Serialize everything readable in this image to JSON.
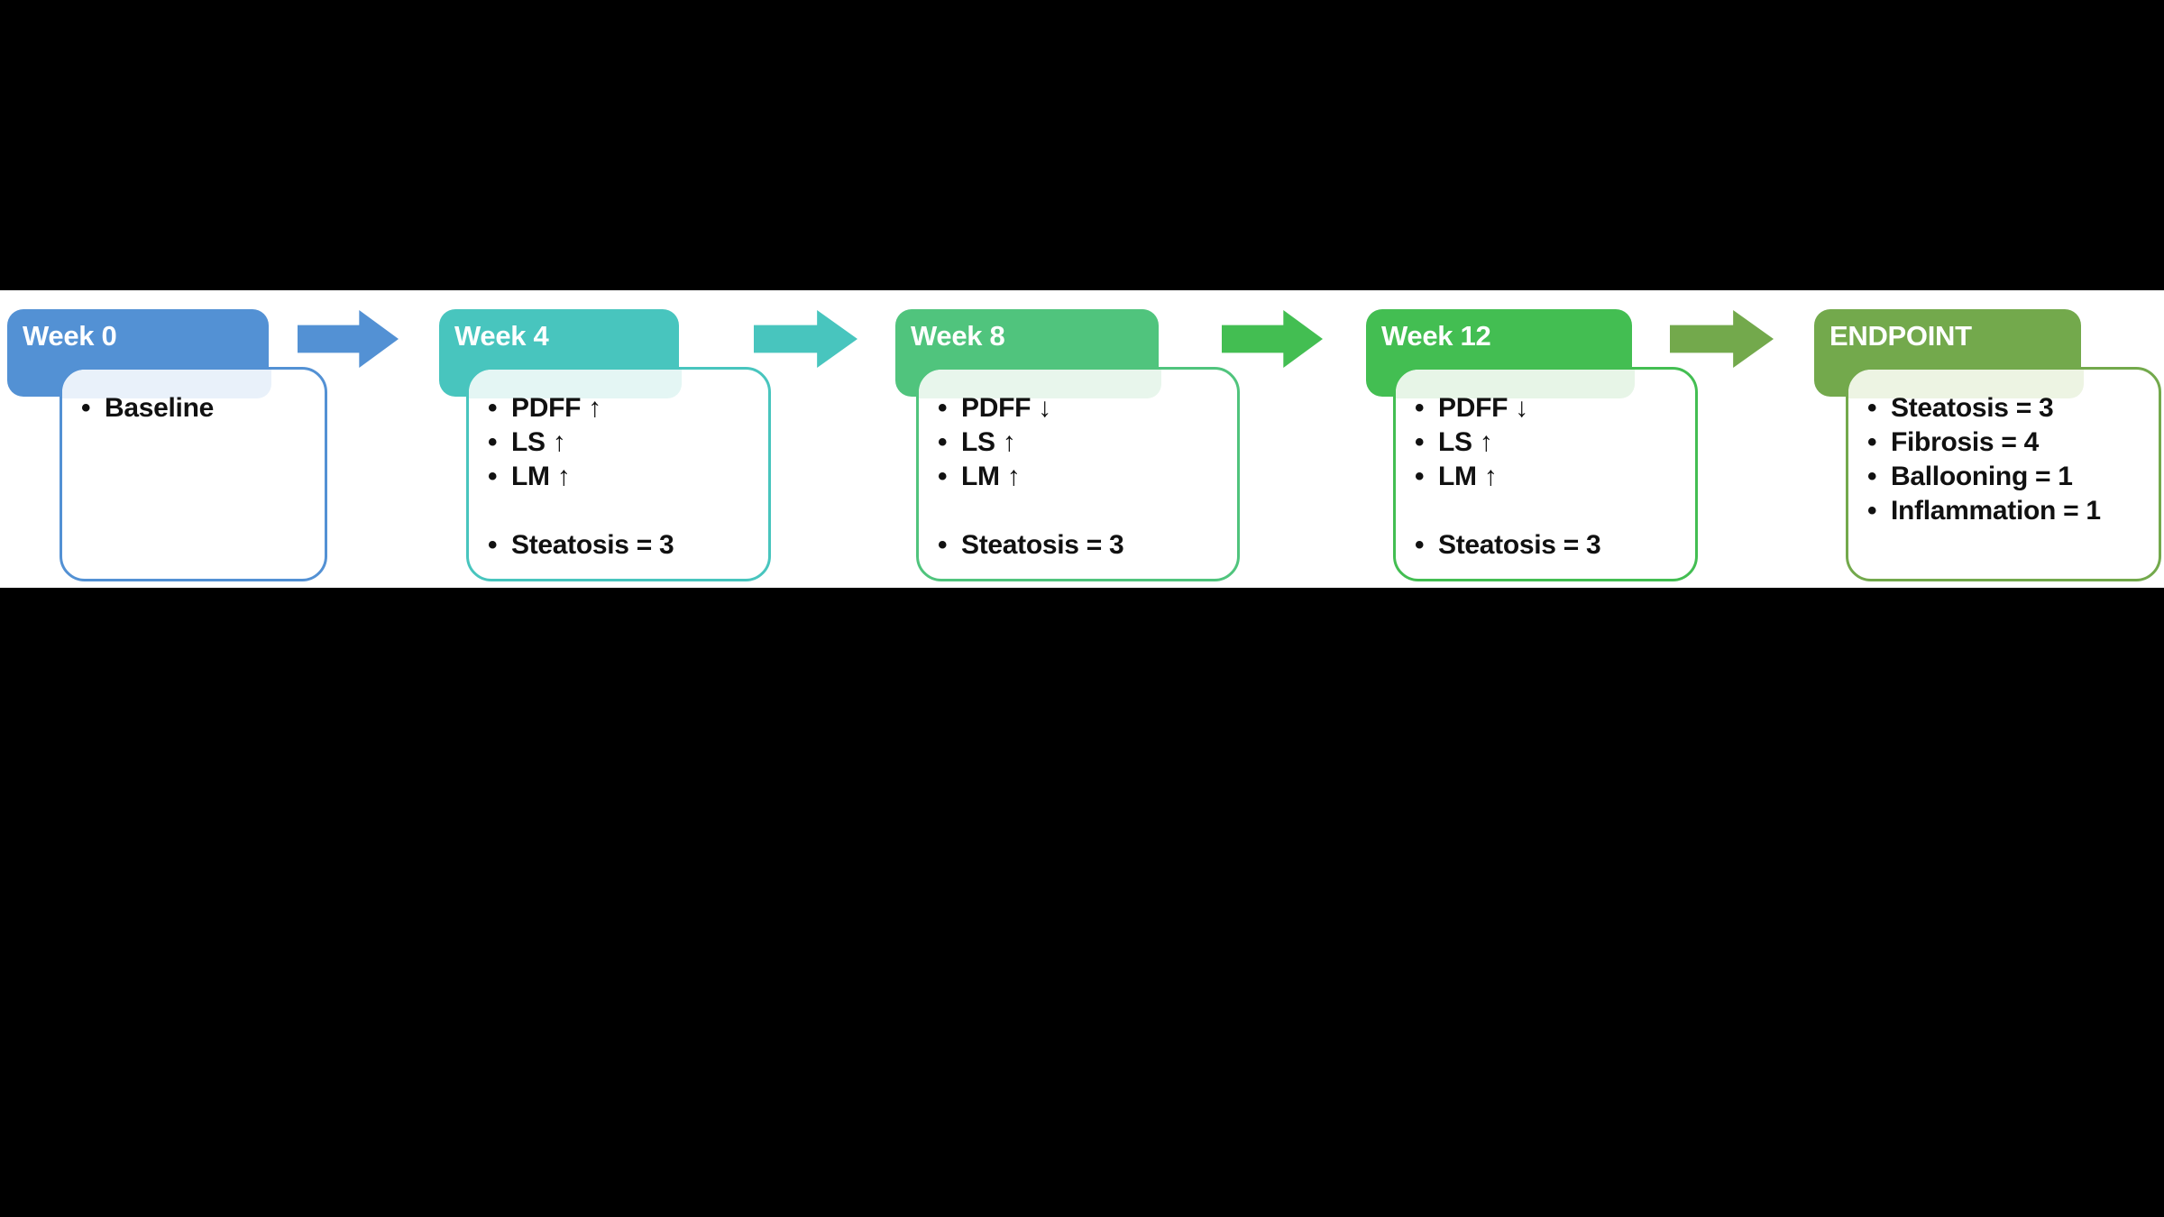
{
  "background_color": "#000000",
  "band_color": "#ffffff",
  "text_color": "#111111",
  "stages": [
    {
      "title": "Week 0",
      "color": "#5391D4",
      "tint": "#E9F1FA",
      "bullets": [
        "Baseline"
      ]
    },
    {
      "title": "Week 4",
      "color": "#48C5BE",
      "tint": "#E4F6F4",
      "bullets": [
        "PDFF ↑",
        "LS ↑",
        "LM ↑",
        "",
        "Steatosis = 3"
      ]
    },
    {
      "title": "Week 8",
      "color": "#50C47D",
      "tint": "#E8F6EC",
      "bullets": [
        "PDFF ↓",
        "LS ↑",
        "LM ↑",
        "",
        "Steatosis = 3"
      ]
    },
    {
      "title": "Week 12",
      "color": "#43BE52",
      "tint": "#E7F5E7",
      "bullets": [
        "PDFF ↓",
        "LS ↑",
        "LM ↑",
        "",
        "Steatosis = 3"
      ]
    },
    {
      "title": "ENDPOINT",
      "color": "#73A94C",
      "tint": "#EDF4E3",
      "bullets": [
        "Steatosis = 3",
        "Fibrosis = 4",
        "Ballooning = 1",
        "Inflammation = 1"
      ]
    }
  ],
  "arrows": [
    {
      "color": "#5391D4"
    },
    {
      "color": "#48C5BE"
    },
    {
      "color": "#43BE52"
    },
    {
      "color": "#73A94C"
    }
  ]
}
